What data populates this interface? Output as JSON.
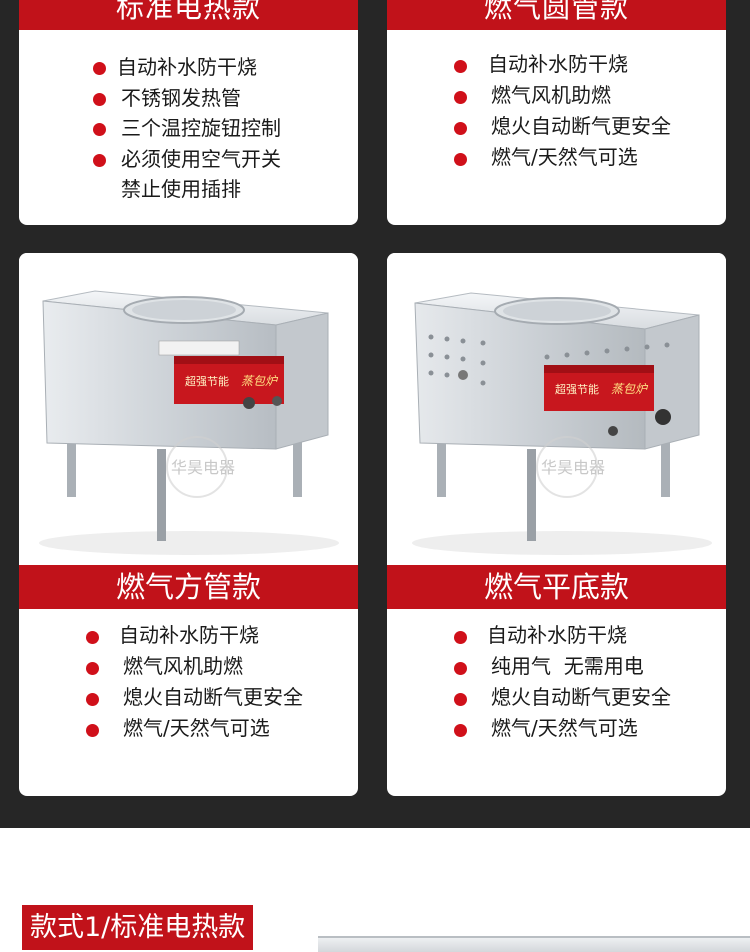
{
  "cards": [
    {
      "title": "标准电热款",
      "features": [
        "自动补水防干烧",
        "不锈钢发热管",
        "三个温控旋钮控制",
        "必须使用空气开关",
        "禁止使用插排"
      ]
    },
    {
      "title": "燃气圆管款",
      "features": [
        "自动补水防干烧",
        "燃气风机助燃",
        "熄火自动断气更安全",
        "燃气/天然气可选"
      ]
    },
    {
      "title": "燃气方管款",
      "features": [
        "自动补水防干烧",
        "燃气风机助燃",
        "熄火自动断气更安全",
        "燃气/天然气可选"
      ]
    },
    {
      "title": "燃气平底款",
      "features": [
        "自动补水防干烧",
        "纯用气  无需用电",
        "熄火自动断气更安全",
        "燃气/天然气可选"
      ]
    }
  ],
  "product_panel": {
    "left": {
      "badge": "超强节能",
      "brand": "蒸包炉",
      "watermark": "华昊电器"
    },
    "right": {
      "badge": "超强节能",
      "brand": "蒸包炉",
      "watermark": "华昊电器"
    }
  },
  "bottom_label": "款式1/标准电热款",
  "colors": {
    "accent": "#c1121a",
    "dark_bg": "#262626",
    "bullet": "#d0101a"
  }
}
